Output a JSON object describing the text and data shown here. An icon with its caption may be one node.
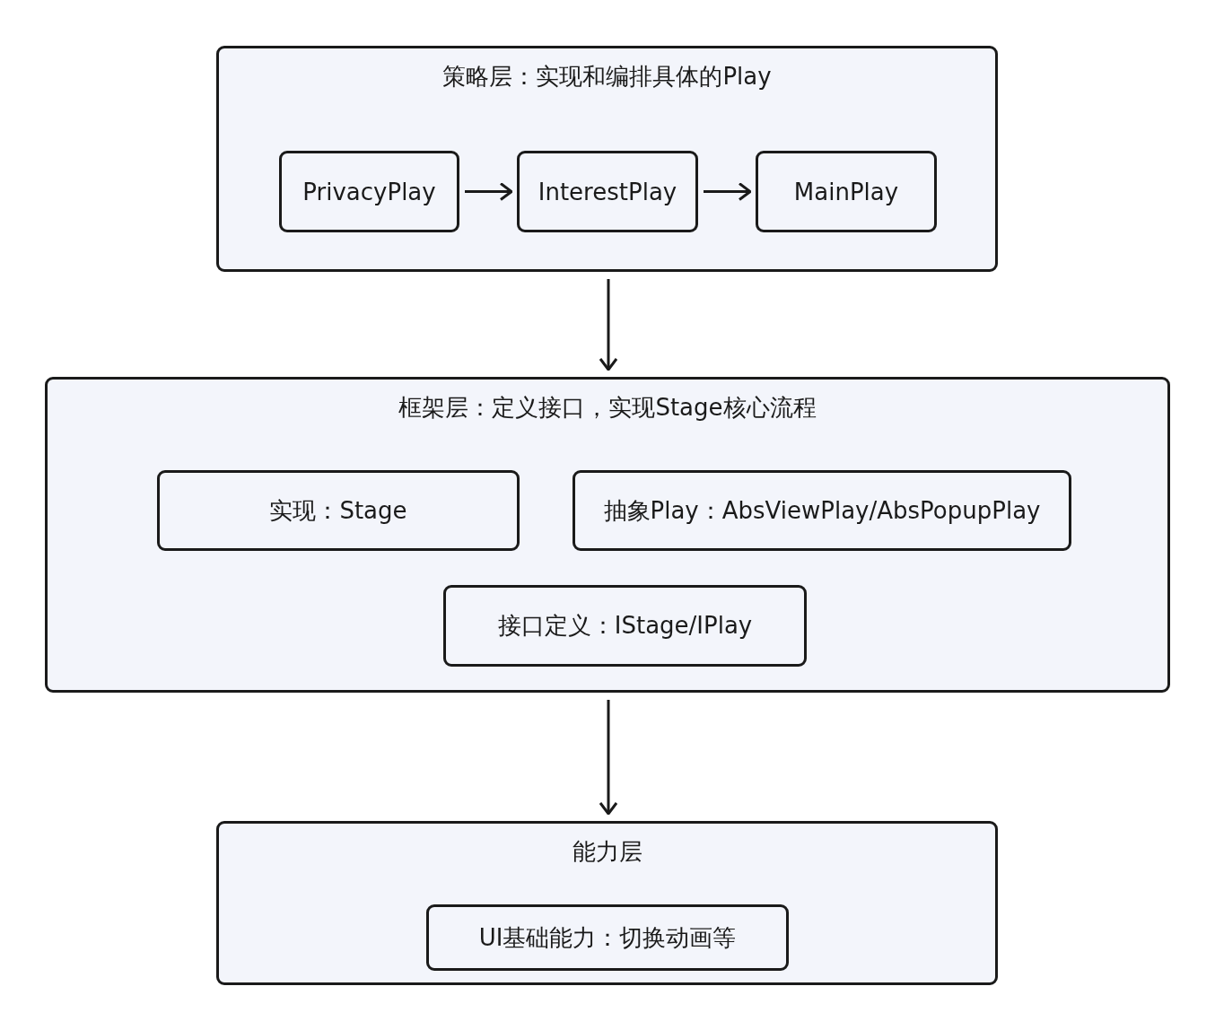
{
  "diagram": {
    "nodes": [
      {
        "text": [
          "策略层：实现和编排具体的Play"
        ]
      },
      {
        "text": [
          "PrivacyPlay"
        ],
        "in": 0
      },
      {
        "text": [
          "InterestPlay"
        ],
        "in": 0
      },
      {
        "text": [
          "MainPlay"
        ],
        "in": 0
      },
      {
        "text": [
          "框架层：定义接口，实现Stage核心流程"
        ]
      },
      {
        "text": [
          "实现：Stage"
        ],
        "in": 4
      },
      {
        "text": [
          "抽象Play：AbsViewPlay/AbsPopupPlay"
        ],
        "in": 4
      },
      {
        "text": [
          "接口定义：IStage/IPlay"
        ],
        "in": 4
      },
      {
        "text": [
          "能力层"
        ]
      },
      {
        "text": [
          "UI基础能力：切换动画等"
        ],
        "in": 8
      }
    ],
    "edges": [
      {
        "from": 1,
        "to": 2,
        "arrow": "to"
      },
      {
        "from": 2,
        "to": 3,
        "arrow": "to"
      },
      {
        "from": 0,
        "to": 4,
        "arrow": "to"
      },
      {
        "from": 4,
        "to": 8,
        "arrow": "to"
      }
    ]
  }
}
